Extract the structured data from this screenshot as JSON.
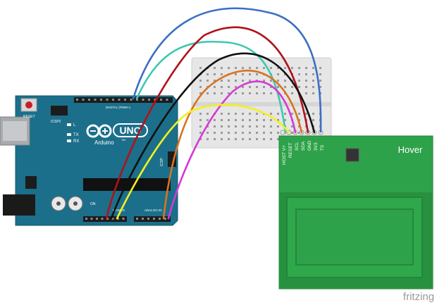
{
  "arduino": {
    "reset_label": "RESET",
    "icsp2_label": "ICSP2",
    "icsp_label": "ICSP",
    "led_l": "L",
    "led_tx": "TX",
    "led_rx": "RX",
    "brand": "Arduino",
    "trademark": "TM",
    "model": "UNO",
    "digital_header_label": "DIGITAL (PWM~)",
    "analog_header_label": "ANALOG IN",
    "power_header_label": "POWER",
    "on_label": "ON"
  },
  "hover": {
    "title": "Hover",
    "pins": [
      "HOST V+",
      "RESET",
      "SCL",
      "SDA",
      "GND",
      "3V3",
      "TS"
    ]
  },
  "wires": [
    {
      "color": "blue-wire",
      "hex": "#3b6fc4"
    },
    {
      "color": "teal-wire",
      "hex": "#3ec8b0"
    },
    {
      "color": "red-wire",
      "hex": "#b0121b"
    },
    {
      "color": "black-wire",
      "hex": "#111111"
    },
    {
      "color": "orange-wire",
      "hex": "#d9731f"
    },
    {
      "color": "magenta-wire",
      "hex": "#d43ad6"
    },
    {
      "color": "yellow-wire",
      "hex": "#f2f020"
    }
  ],
  "footer": {
    "logo": "fritzing"
  }
}
